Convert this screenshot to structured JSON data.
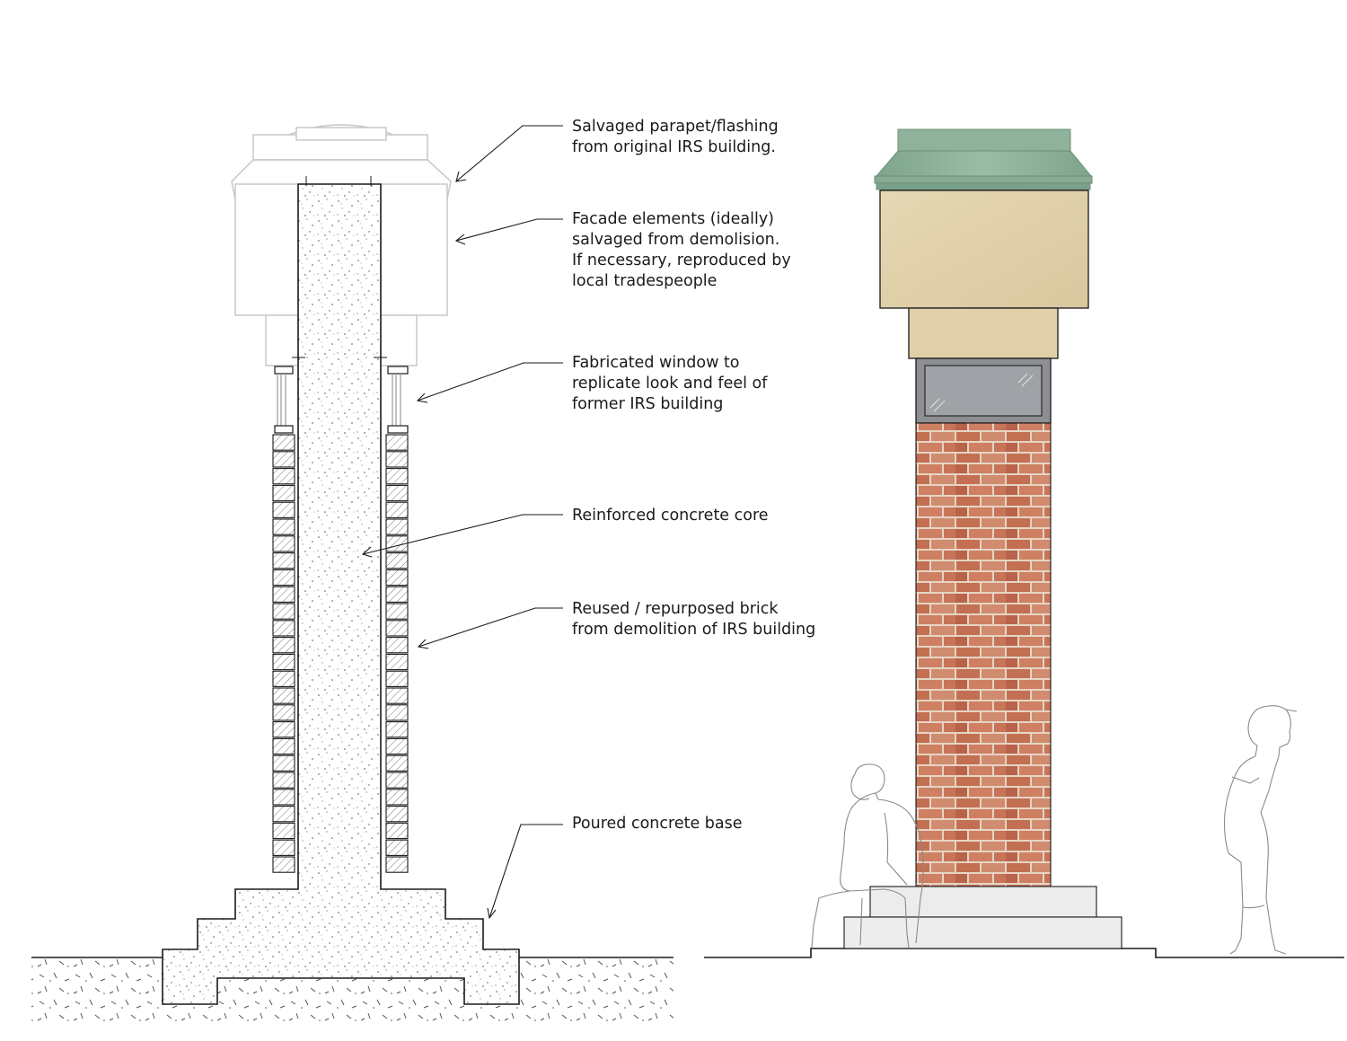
{
  "annotations": [
    {
      "id": "parapet",
      "lines": [
        "Salvaged parapet/flashing",
        "from original IRS building."
      ]
    },
    {
      "id": "facade",
      "lines": [
        "Facade elements (ideally)",
        "salvaged from demolision.",
        "If necessary, reproduced by",
        "local tradespeople"
      ]
    },
    {
      "id": "window",
      "lines": [
        "Fabricated window to",
        "replicate look and feel of",
        "former IRS building"
      ]
    },
    {
      "id": "core",
      "lines": [
        "Reinforced concrete core"
      ]
    },
    {
      "id": "brick",
      "lines": [
        "Reused / repurposed brick",
        "from demolition of IRS building"
      ]
    },
    {
      "id": "base",
      "lines": [
        "Poured concrete base"
      ]
    }
  ],
  "colors": {
    "line": "#1a1a1a",
    "ghost": "#c8c8c8",
    "copper": "#8fb29b",
    "stone": "#e2d3ae",
    "brick": "#bf6f52",
    "mortar": "#e6d5c3",
    "glass": "#8e9093",
    "plinth": "#ececec"
  }
}
